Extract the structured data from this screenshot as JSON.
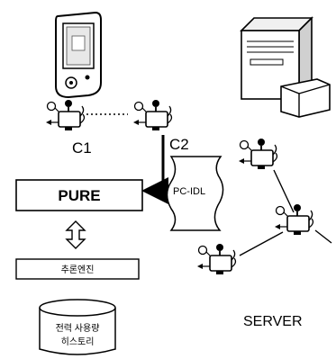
{
  "diagram": {
    "components": {
      "c1": "C1",
      "c2": "C2"
    },
    "document": "PC-IDL",
    "pure": "PURE",
    "engine": "추론엔진",
    "database": [
      "전력 사용량",
      "히스토리"
    ],
    "server": "SERVER"
  }
}
